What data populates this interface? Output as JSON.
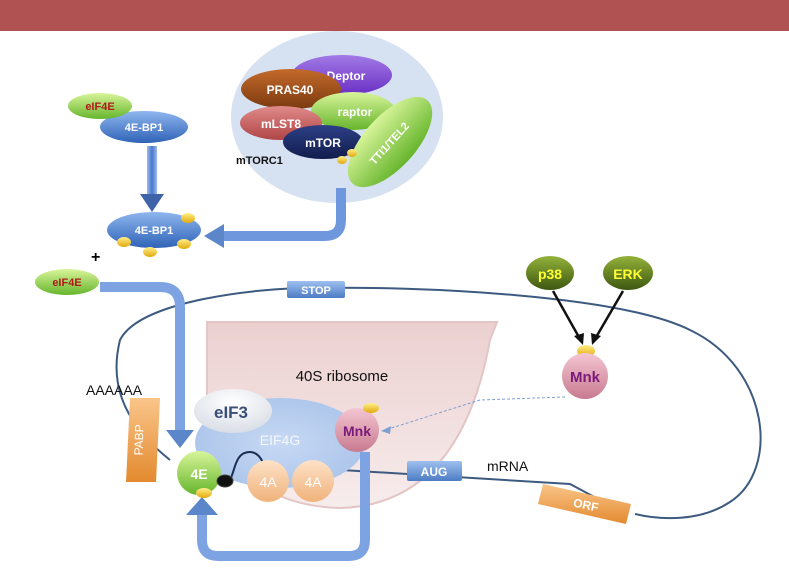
{
  "header_color": "#b05252",
  "mtorc1": {
    "components": {
      "deptor": "Deptor",
      "pras40": "PRAS40",
      "raptor": "raptor",
      "mlst8": "mLST8",
      "mtor": "mTOR",
      "tti1_tel2": "TTI1/TEL2"
    },
    "label": "mTORC1"
  },
  "eif4e_top": "eIF4E",
  "bp1_top": "4E-BP1",
  "bp1_phos": "4E-BP1",
  "plus": "+",
  "eif4e_free": "eIF4E",
  "stop": "STOP",
  "p38": "p38",
  "erk": "ERK",
  "mnk_right": "Mnk",
  "ribosome_label": "40S ribosome",
  "polya": "AAAAAA",
  "pabp": "PABP",
  "eif3": "eIF3",
  "eif4g": "EIF4G",
  "mnk_complex": "Mnk",
  "e4": "4E",
  "a4_1": "4A",
  "a4_2": "4A",
  "aug": "AUG",
  "mrna": "mRNA",
  "orf": "ORF",
  "colors": {
    "blue_arrow": "#5b86c9",
    "phospho": "#f2c21a",
    "green": "#8fd14f",
    "dark_green": "#4f6b1a",
    "mnk": "#d98fa3",
    "mrna_line": "#3d5a80"
  }
}
